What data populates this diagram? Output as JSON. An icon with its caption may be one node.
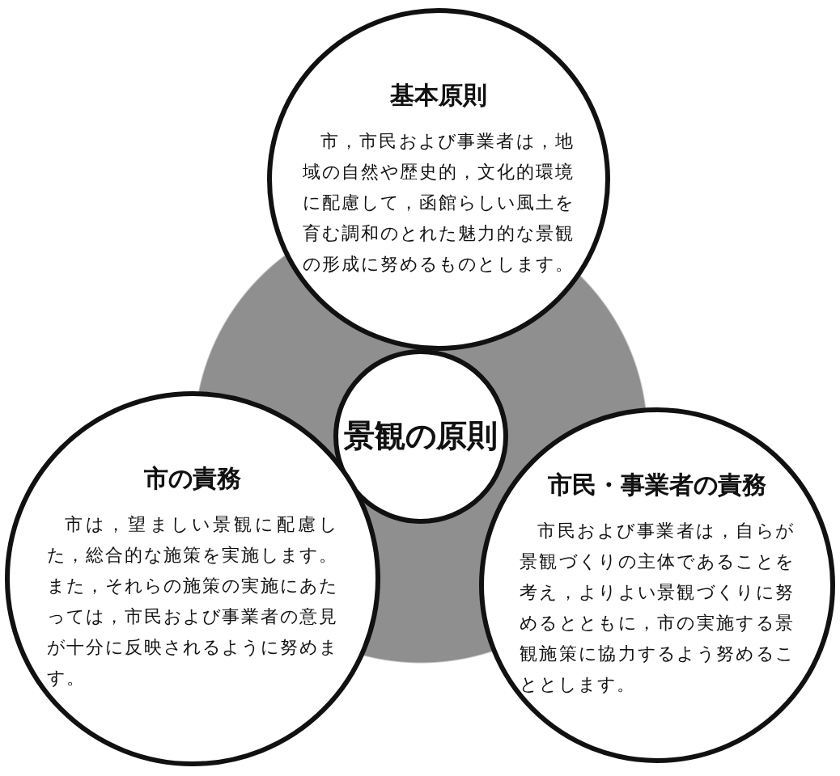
{
  "diagram": {
    "nodes": [
      {
        "text": [
          "基本原則",
          "市，市民および事業者は，地域の自然や歴史的，文化的環境に配慮して，函館らしい風土を育む調和のとれた魅力的な景観の形成に努めるものとします。"
        ]
      },
      {
        "text": [
          "景観の原則"
        ]
      },
      {
        "text": [
          "市の責務",
          "市は，望ましい景観に配慮した，総合的な施策を実施します。また，それらの施策の実施にあたっては，市民および事業者の意見が十分に反映されるように努めます。"
        ]
      },
      {
        "text": [
          "市民・事業者の責務",
          "市民および事業者は，自らが景観づくりの主体であることを考え，よりよい景観づくりに努めるとともに，市の実施する景観施策に協力するよう努めることとします。"
        ]
      }
    ],
    "edges": []
  }
}
